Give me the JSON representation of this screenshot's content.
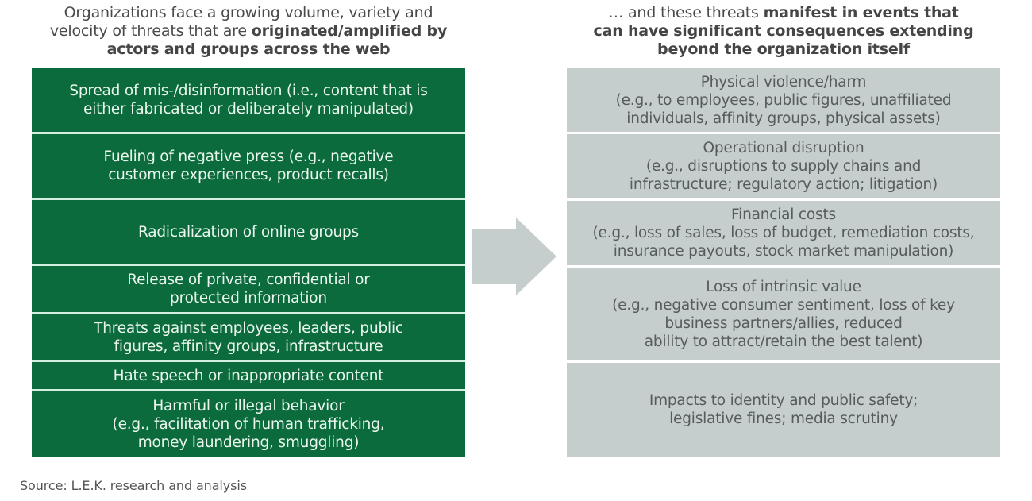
{
  "left_heading": {
    "line1": "Organizations face a growing volume, variety and",
    "line2_normal": "velocity of threats that are ",
    "line2_bold": "originated/amplified by",
    "line3_bold": "actors and groups across the web"
  },
  "right_heading": {
    "line1_normal": "… and these threats ",
    "line1_bold": "manifest in events that",
    "line2_bold": "can have significant consequences extending",
    "line3_bold": "beyond the organization itself"
  },
  "threats": [
    {
      "lines": [
        "Spread of mis-/disinformation (i.e., content that is",
        "either fabricated or deliberately manipulated)"
      ]
    },
    {
      "lines": [
        "Fueling of negative press (e.g., negative",
        "customer experiences, product recalls)"
      ]
    },
    {
      "lines": [
        "Radicalization of online groups"
      ]
    },
    {
      "lines": [
        "Release of private, confidential or",
        "protected information"
      ]
    },
    {
      "lines": [
        "Threats against employees, leaders, public",
        "figures, affinity groups, infrastructure"
      ]
    },
    {
      "lines": [
        "Hate speech or inappropriate content"
      ]
    },
    {
      "lines": [
        "Harmful or illegal behavior",
        "(e.g., facilitation of human trafficking,",
        "money laundering, smuggling)"
      ]
    }
  ],
  "consequences": [
    {
      "lines": [
        "Physical violence/harm",
        "(e.g., to employees, public figures, unaffiliated",
        "individuals, affinity groups, physical assets)"
      ]
    },
    {
      "lines": [
        "Operational disruption",
        "(e.g., disruptions to supply chains and",
        "infrastructure; regulatory action; litigation)"
      ]
    },
    {
      "lines": [
        "Financial costs",
        "(e.g., loss of sales, loss of budget, remediation costs,",
        "insurance payouts, stock market manipulation)"
      ]
    },
    {
      "lines": [
        "Loss of intrinsic value",
        "(e.g., negative consumer sentiment, loss of key",
        "business partners/allies, reduced",
        "ability to attract/retain the best talent)"
      ]
    },
    {
      "lines": [
        "Impacts to identity and public safety;",
        "legislative fines; media scrutiny"
      ]
    }
  ],
  "arrow": {
    "icon": "right-arrow-icon",
    "color": "#c5cecd"
  },
  "colors": {
    "threat_box": "#0b6b3c",
    "consequence_box": "#c5cecd",
    "heading_text": "#4a4a4a"
  },
  "source": "Source: L.E.K. research and analysis"
}
